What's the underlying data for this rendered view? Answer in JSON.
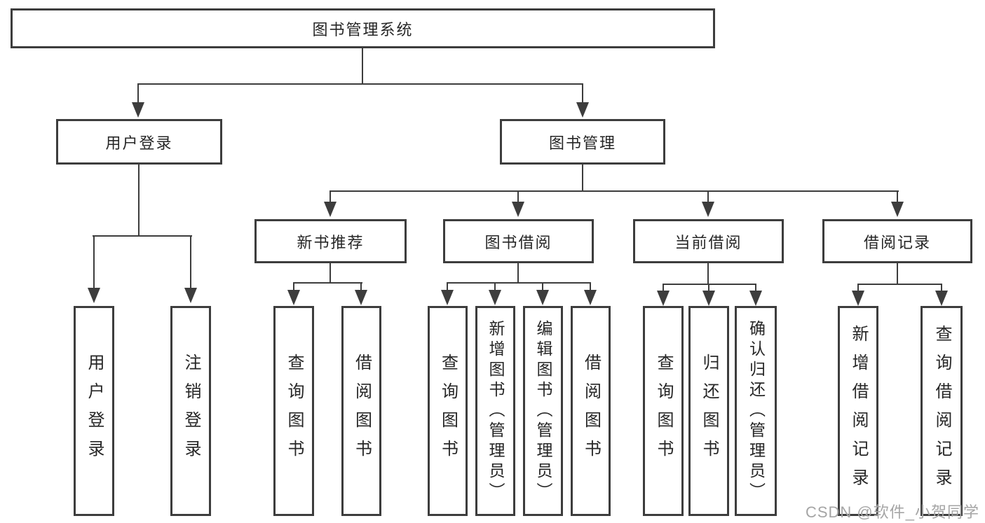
{
  "tree": {
    "root": "图书管理系统",
    "branches": [
      {
        "label": "用户登录",
        "children": [
          {
            "label": "用户登录"
          },
          {
            "label": "注销登录"
          }
        ]
      },
      {
        "label": "图书管理",
        "children": [
          {
            "label": "新书推荐",
            "children": [
              {
                "label": "查询图书"
              },
              {
                "label": "借阅图书"
              }
            ]
          },
          {
            "label": "图书借阅",
            "children": [
              {
                "label": "查询图书"
              },
              {
                "label": "新增图书（管理员）"
              },
              {
                "label": "编辑图书（管理员）"
              },
              {
                "label": "借阅图书"
              }
            ]
          },
          {
            "label": "当前借阅",
            "children": [
              {
                "label": "查询图书"
              },
              {
                "label": "归还图书"
              },
              {
                "label": "确认归还（管理员）"
              }
            ]
          },
          {
            "label": "借阅记录",
            "children": [
              {
                "label": "新增借阅记录"
              },
              {
                "label": "查询借阅记录"
              }
            ]
          }
        ]
      }
    ]
  },
  "watermark": "CSDN @软件_小贺同学",
  "colors": {
    "line": "#3d3d3d",
    "text": "#262626",
    "watermark": "#a5a5a5",
    "background": "#ffffff"
  }
}
